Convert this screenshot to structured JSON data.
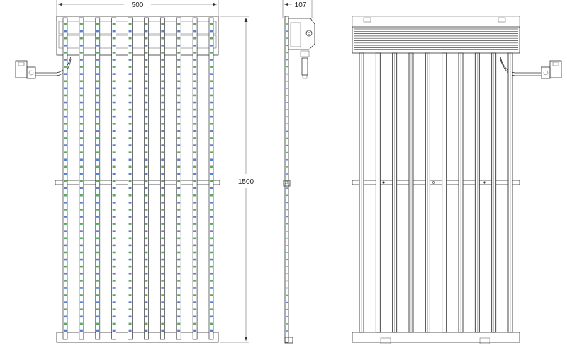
{
  "dimensions": {
    "width": "500",
    "depth": "107",
    "height": "1500"
  },
  "views": {
    "front": {
      "strip_count": 10,
      "led_rows": 44
    },
    "side": {},
    "back": {
      "bar_count": 10
    }
  },
  "colors": {
    "line": "#333333",
    "led_green": "#5aa86a",
    "led_blue": "#5a7fd0",
    "background": "#ffffff"
  }
}
